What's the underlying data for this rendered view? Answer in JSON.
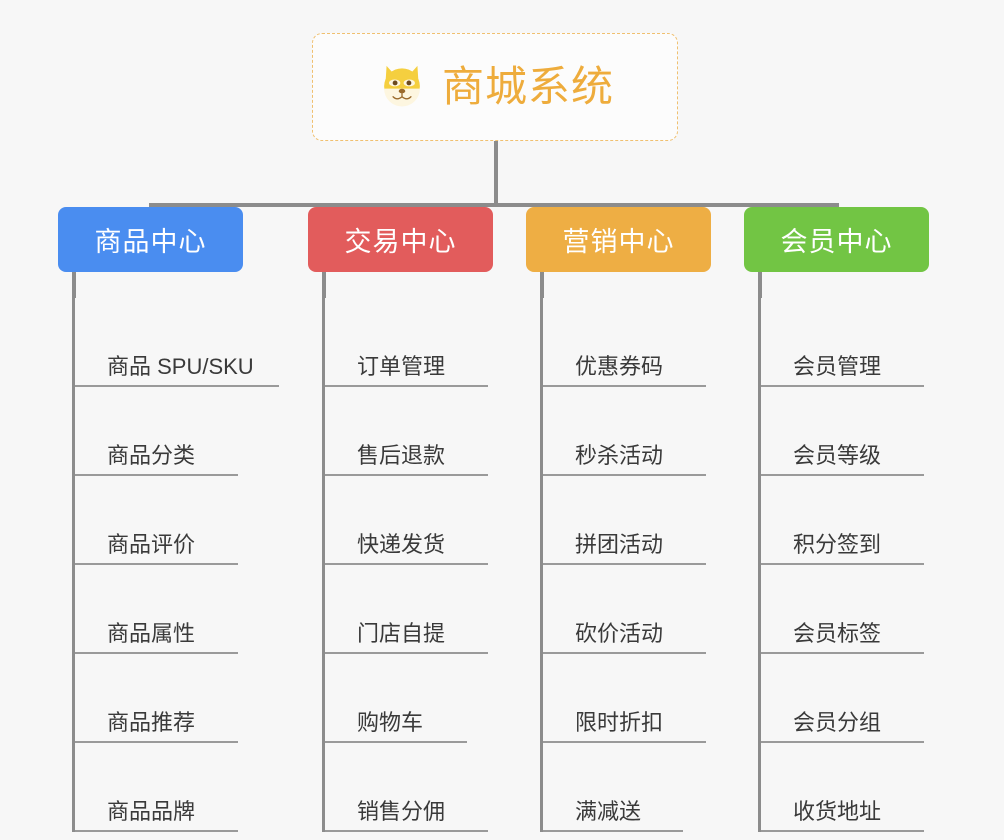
{
  "root": {
    "icon": "shiba-dog-face-emoji",
    "title": "商城系统"
  },
  "colors": {
    "background": "#f7f7f7",
    "root_border": "#f0c070",
    "root_text": "#eeac3c",
    "connector": "#8c8c8c",
    "leaf_text": "#3a3a3a",
    "leaf_rule": "#9a9a9a",
    "product_center": "#4a8df0",
    "trade_center": "#e25c5c",
    "marketing_center": "#eeae44",
    "member_center": "#72c544"
  },
  "columns": [
    {
      "id": "product-center",
      "header": "商品中心",
      "color": "#4a8df0",
      "items": [
        "商品 SPU/SKU",
        "商品分类",
        "商品评价",
        "商品属性",
        "商品推荐",
        "商品品牌"
      ]
    },
    {
      "id": "trade-center",
      "header": "交易中心",
      "color": "#e25c5c",
      "items": [
        "订单管理",
        "售后退款",
        "快递发货",
        "门店自提",
        "购物车",
        "销售分佣"
      ]
    },
    {
      "id": "marketing-center",
      "header": "营销中心",
      "color": "#eeae44",
      "items": [
        "优惠券码",
        "秒杀活动",
        "拼团活动",
        "砍价活动",
        "限时折扣",
        "满减送"
      ]
    },
    {
      "id": "member-center",
      "header": "会员中心",
      "color": "#72c544",
      "items": [
        "会员管理",
        "会员等级",
        "积分签到",
        "会员标签",
        "会员分组",
        "收货地址"
      ]
    }
  ]
}
